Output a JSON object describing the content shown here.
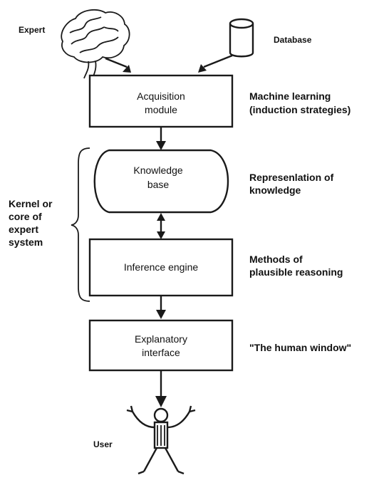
{
  "expert": {
    "label": "Expert"
  },
  "database": {
    "label": "Database"
  },
  "acquisition_module": {
    "line1": "Acquisition",
    "line2": "module"
  },
  "machine_learning": {
    "line1": "Machine learning",
    "line2": "(induction strategies)"
  },
  "knowledge_base": {
    "line1": "Knowledge",
    "line2": "base"
  },
  "representation": {
    "line1": "Represenlation of",
    "line2": "knowledge"
  },
  "kernel": {
    "line1": "Kernel or",
    "line2": "core of",
    "line3": "expert",
    "line4": "system"
  },
  "inference_engine": {
    "label": "Inference engine"
  },
  "reasoning": {
    "line1": "Methods of",
    "line2": "plausible reasoning"
  },
  "explanatory_interface": {
    "line1": "Explanatory",
    "line2": "interface"
  },
  "human_window": {
    "label": "\"The human window\""
  },
  "user": {
    "label": "User"
  }
}
